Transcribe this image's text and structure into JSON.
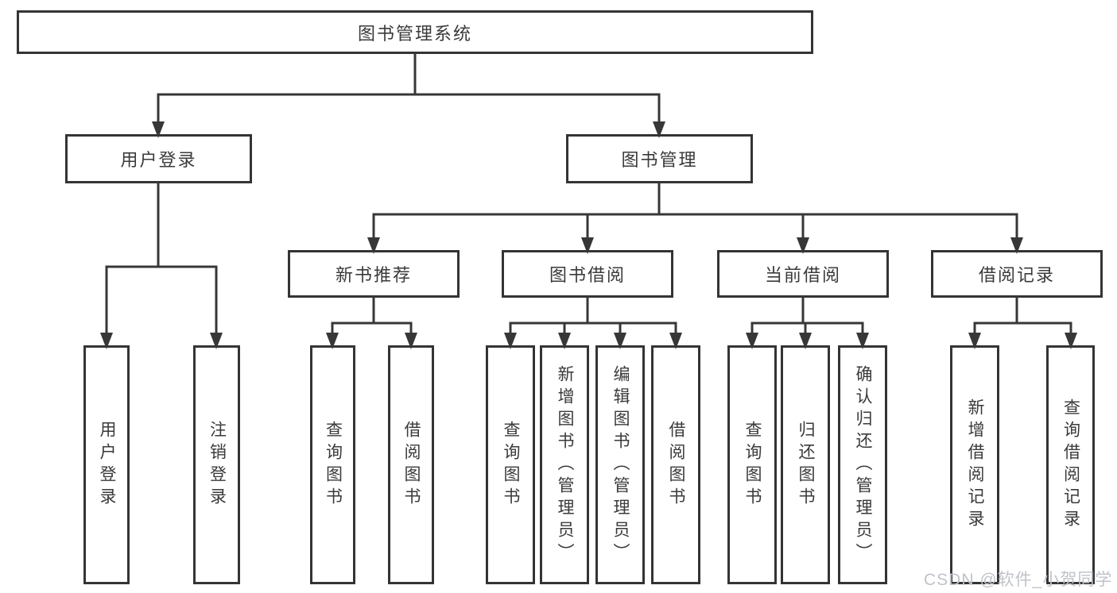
{
  "diagram": {
    "root": "图书管理系统",
    "login": {
      "label": "用户登录",
      "children": [
        "用户登录",
        "注销登录"
      ]
    },
    "management": {
      "label": "图书管理",
      "branches": [
        {
          "label": "新书推荐",
          "children": [
            "查询图书",
            "借阅图书"
          ]
        },
        {
          "label": "图书借阅",
          "children": [
            "查询图书",
            "新增图书（管理员）",
            "编辑图书（管理员）",
            "借阅图书"
          ]
        },
        {
          "label": "当前借阅",
          "children": [
            "查询图书",
            "归还图书",
            "确认归还（管理员）"
          ]
        },
        {
          "label": "借阅记录",
          "children": [
            "新增借阅记录",
            "查询借阅记录"
          ]
        }
      ]
    }
  },
  "watermark": "CSDN @软件_小贺同学",
  "colors": {
    "line": "#373737",
    "text": "#3a3a3a",
    "background": "#ffffff",
    "watermark": "#bfc3c9"
  }
}
